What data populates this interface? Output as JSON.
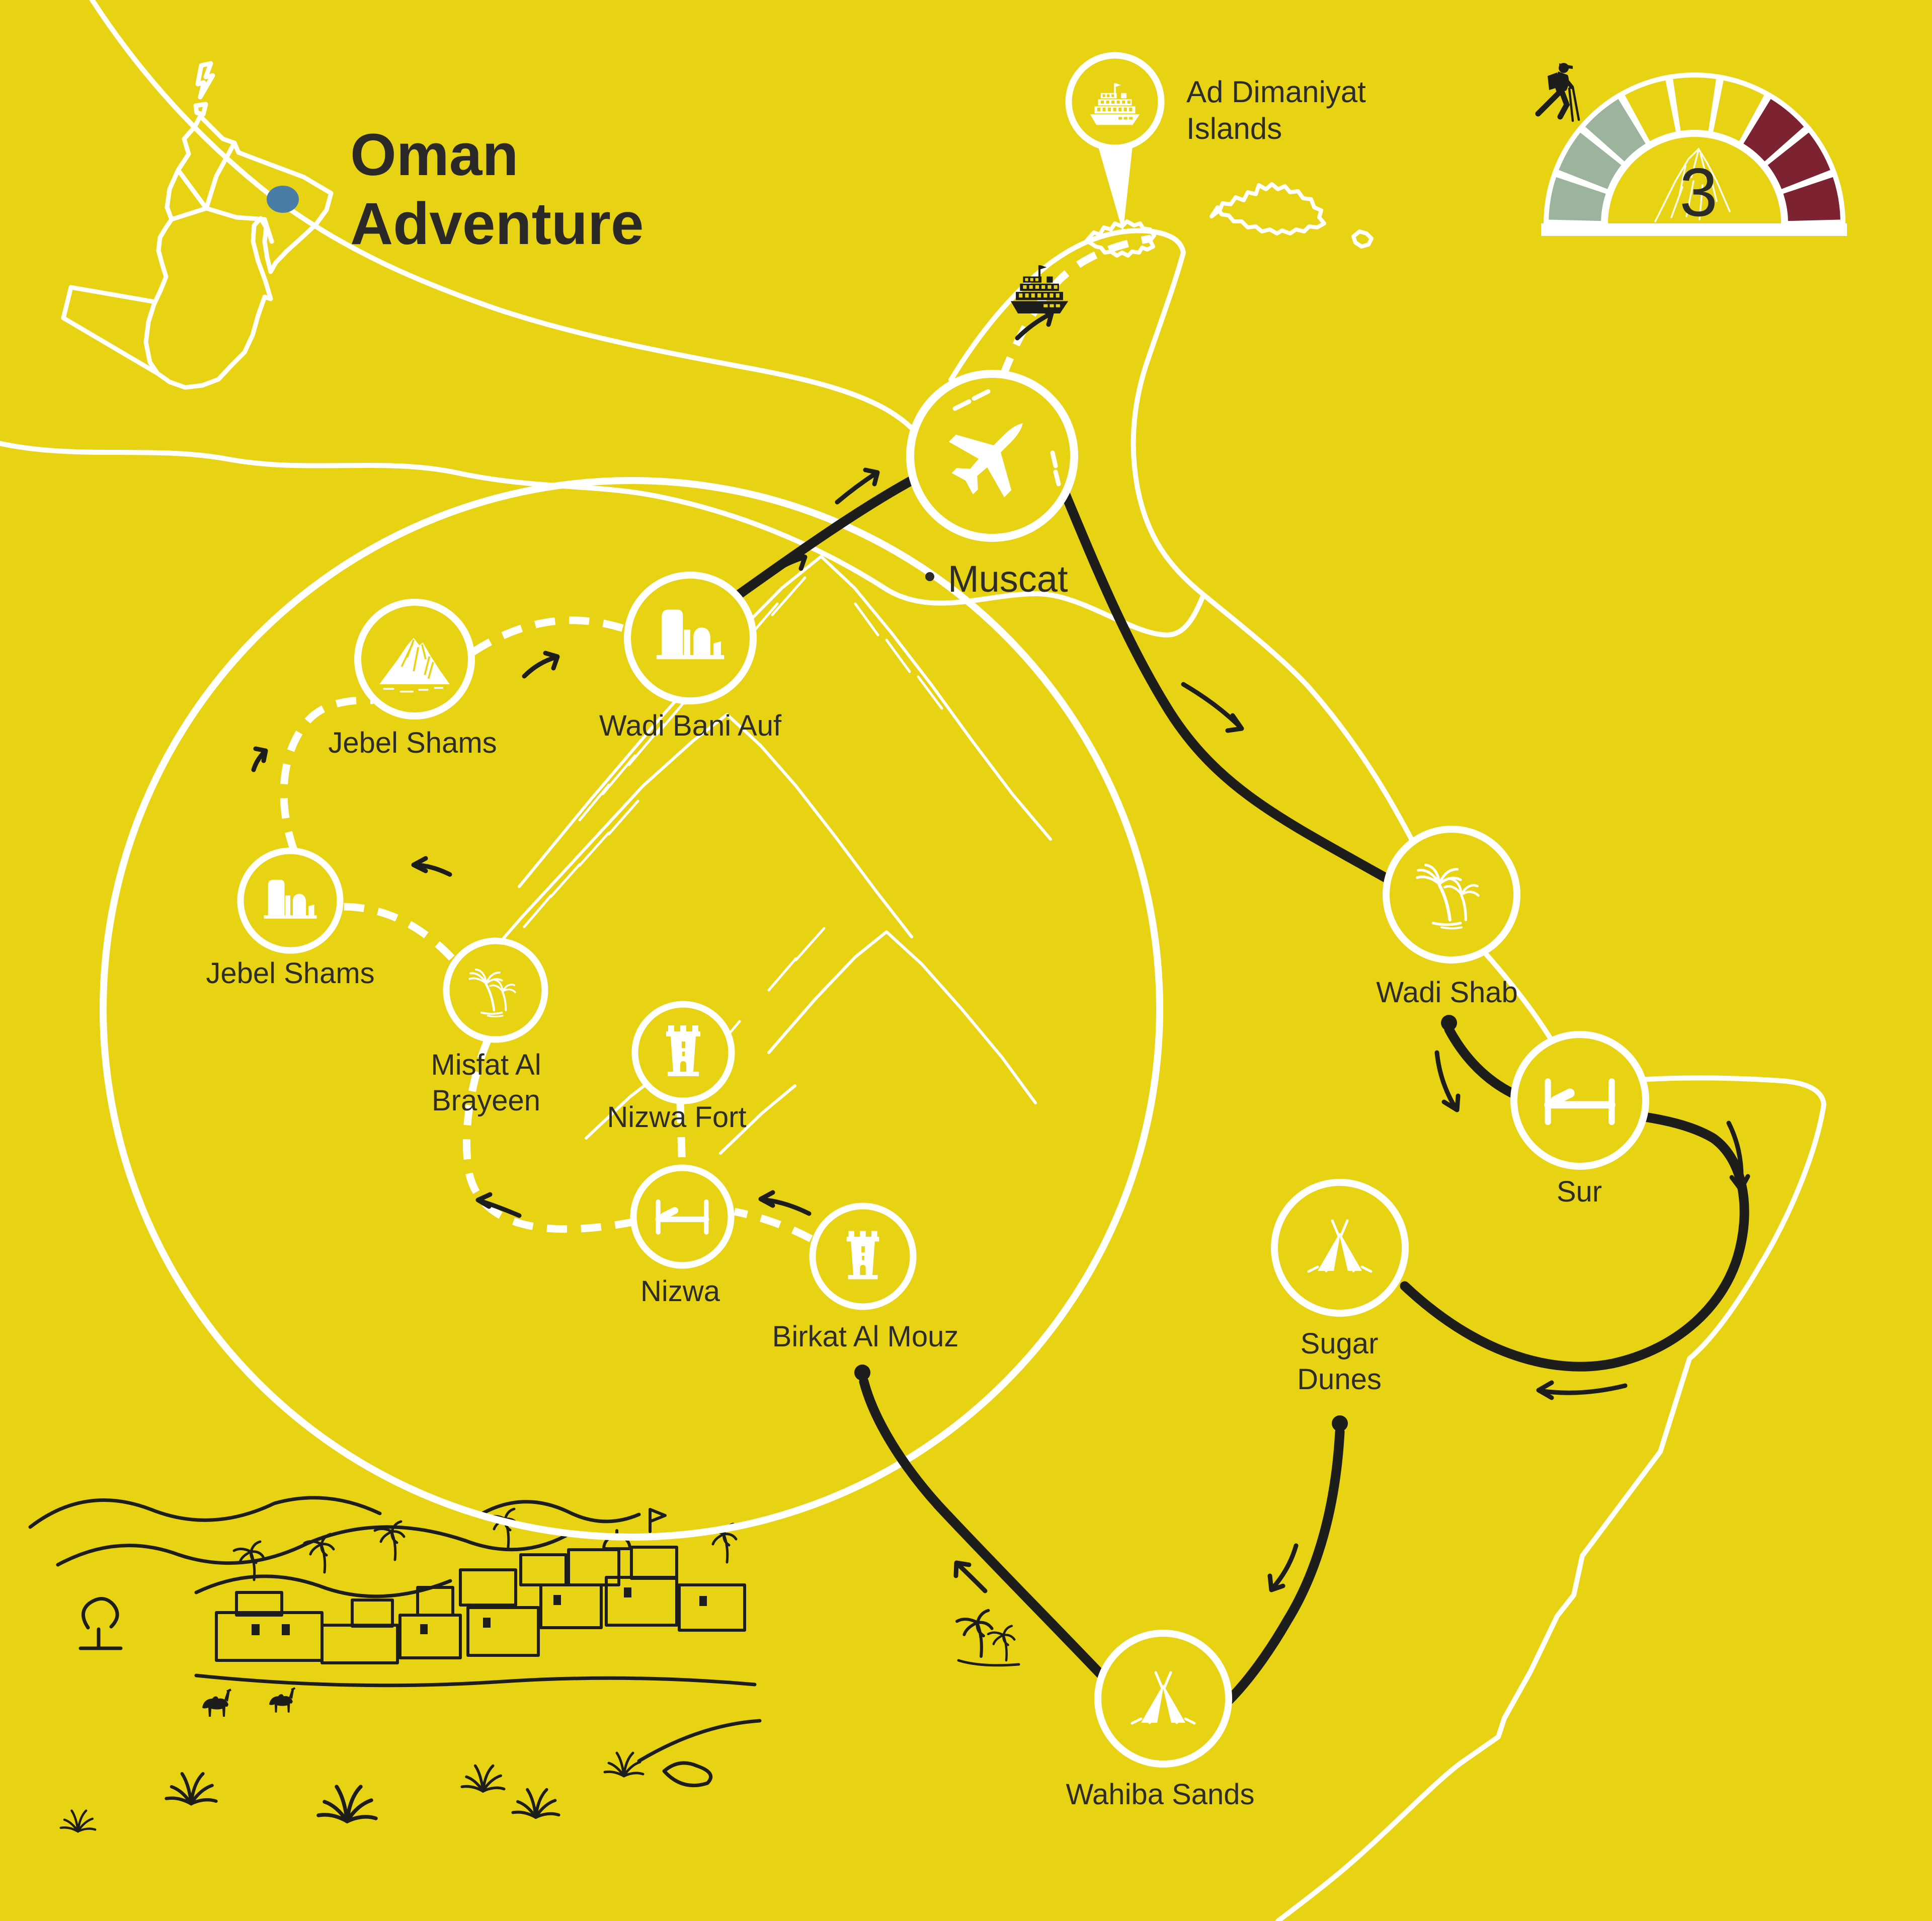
{
  "title": {
    "line1": "Oman",
    "line2": "Adventure"
  },
  "difficulty_gauge": {
    "value": "3",
    "icon": "hiker-icon",
    "green_segments": 3,
    "yellow_segments": 3,
    "red_segments": 3,
    "colors": {
      "green": "#9CB49D",
      "yellow": "#E8D214",
      "red": "#7C2231"
    }
  },
  "colors": {
    "background": "#E8D214",
    "ink": "#1D1D1B",
    "text": "#2D2C28",
    "line_white": "#FFFFFF",
    "inset_marker_blue": "#4A7CA8"
  },
  "stops": [
    {
      "id": "muscat",
      "label": "Muscat",
      "icon": "plane-icon"
    },
    {
      "id": "ad-dimaniyat-islands",
      "label": "Ad Dimaniyat Islands",
      "label_lines": [
        "Ad Dimaniyat",
        "Islands"
      ],
      "icon": "cruise-ship-icon"
    },
    {
      "id": "wadi-shab",
      "label": "Wadi Shab",
      "icon": "palm-trees-icon"
    },
    {
      "id": "sur",
      "label": "Sur",
      "icon": "bed-icon"
    },
    {
      "id": "sugar-dunes",
      "label": "Sugar Dunes",
      "label_lines": [
        "Sugar",
        "Dunes"
      ],
      "icon": "tent-icon"
    },
    {
      "id": "wahiba-sands",
      "label": "Wahiba Sands",
      "icon": "tent-icon"
    },
    {
      "id": "birkat-al-mouz",
      "label": "Birkat Al Mouz",
      "icon": "fort-tower-icon"
    },
    {
      "id": "nizwa",
      "label": "Nizwa",
      "icon": "bed-icon"
    },
    {
      "id": "nizwa-fort",
      "label": "Nizwa Fort",
      "icon": "fort-tower-icon"
    },
    {
      "id": "misfat-al-brayeen",
      "label": "Misfat Al Brayeen",
      "label_lines": [
        "Misfat Al",
        "Brayeen"
      ],
      "icon": "palm-trees-icon"
    },
    {
      "id": "jebel-shams-south",
      "label": "Jebel Shams",
      "icon": "rock-formation-icon"
    },
    {
      "id": "jebel-shams-peak",
      "label": "Jebel Shams",
      "icon": "mountain-peak-icon"
    },
    {
      "id": "wadi-bani-auf",
      "label": "Wadi Bani Auf",
      "icon": "rock-formation-icon"
    }
  ],
  "icons": [
    "hiker-icon",
    "plane-icon",
    "cruise-ship-icon",
    "palm-trees-icon",
    "bed-icon",
    "tent-icon",
    "fort-tower-icon",
    "rock-formation-icon",
    "mountain-peak-icon"
  ]
}
